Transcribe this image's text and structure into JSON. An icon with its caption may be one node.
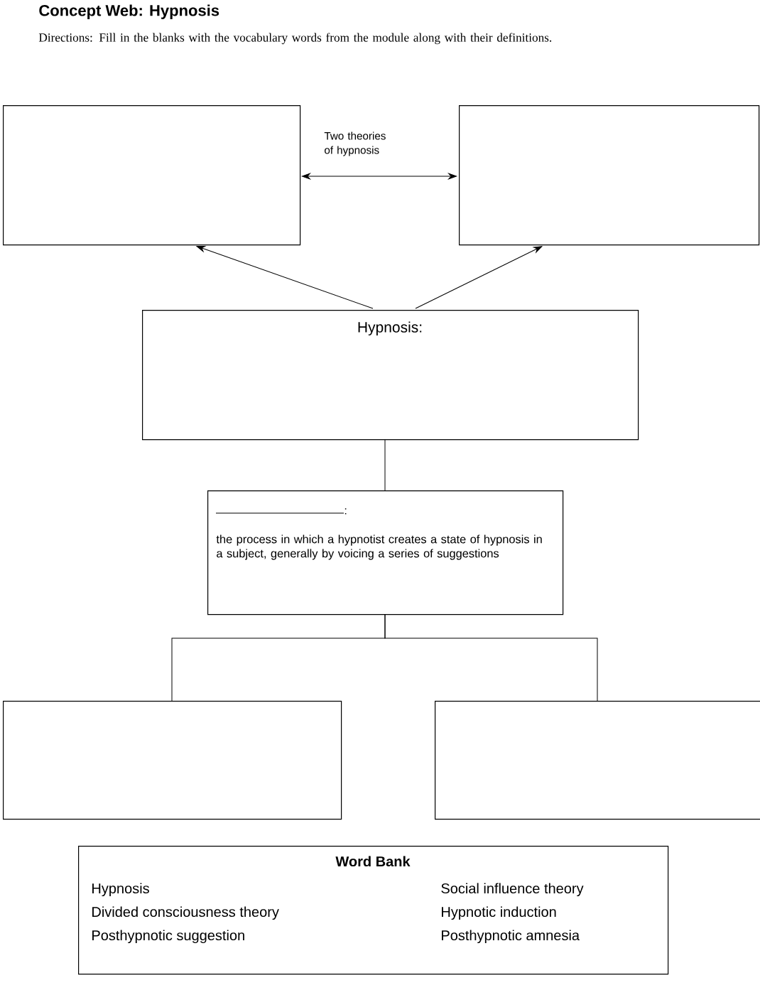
{
  "diagram": {
    "title": "Concept Web: Hypnosis",
    "caption": "Directions: Fill in the blanks with the vocabulary words from the module along with their definitions.",
    "nodes": [
      {
        "text": [],
        "shape": "box"
      },
      {
        "text": [],
        "shape": "box"
      },
      {
        "text": [
          "Hypnosis:"
        ]
      },
      {
        "text": [
          ":",
          "the process in which a hypnotist creates a state of hypnosis in a subject, generally by voicing a series of suggestions"
        ]
      },
      {
        "text": [],
        "shape": "box"
      },
      {
        "text": [],
        "shape": "box"
      },
      {
        "text": [
          "Word Bank",
          "Hypnosis",
          "Divided consciousness theory",
          "Posthypnotic suggestion",
          "Social influence theory",
          "Hypnotic induction",
          "Posthypnotic amnesia"
        ]
      }
    ],
    "edges": [
      {
        "from": 0,
        "to": 1,
        "arrow": "both",
        "label": "Two theories of hypnosis"
      },
      {
        "from": 2,
        "to": 0,
        "arrow": "to"
      },
      {
        "from": 2,
        "to": 1,
        "arrow": "to"
      },
      {
        "from": 2,
        "to": 3,
        "arrow": "none"
      },
      {
        "from": 3,
        "to": 4,
        "arrow": "none"
      },
      {
        "from": 3,
        "to": 5,
        "arrow": "none"
      }
    ]
  }
}
